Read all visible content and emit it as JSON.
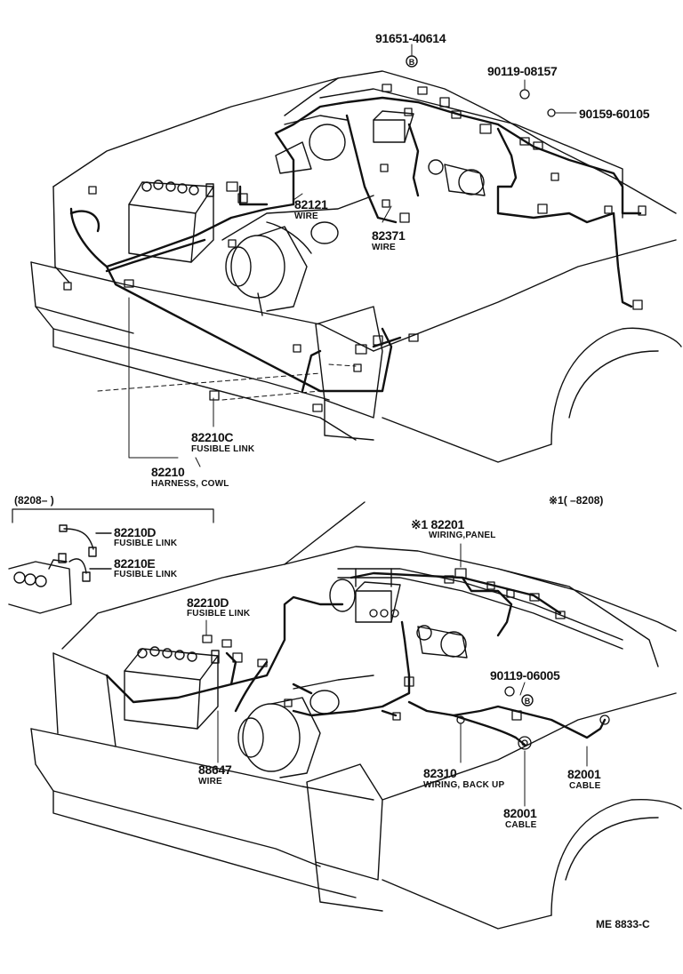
{
  "colors": {
    "ink": "#111111",
    "paper": "#ffffff"
  },
  "upper": {
    "p91651": "91651-40614",
    "p90119a": "90119-08157",
    "p90159": "90159-60105",
    "p82121": "82121",
    "p82121_name": "WIRE",
    "p82371": "82371",
    "p82371_name": "WIRE",
    "p82210c": "82210C",
    "p82210c_name": "FUSIBLE LINK",
    "p82210": "82210",
    "p82210_name": "HARNESS, COWL",
    "clip_symbol": "B"
  },
  "inset": {
    "range": "(8208–        )",
    "p82210d": "82210D",
    "p82210d_name": "FUSIBLE LINK",
    "p82210e": "82210E",
    "p82210e_name": "FUSIBLE LINK"
  },
  "lower": {
    "note": "※1(        –8208)",
    "p82201": "※1 82201",
    "p82201_name": "WIRING,PANEL",
    "p82210d": "82210D",
    "p82210d_name": "FUSIBLE LINK",
    "p90119b": "90119-06005",
    "p88647": "88647",
    "p88647_name": "WIRE",
    "p82310": "82310",
    "p82310_name": "WIRING, BACK UP",
    "p82001a": "82001",
    "p82001a_name": "CABLE",
    "p82001b": "82001",
    "p82001b_name": "CABLE",
    "clip_symbol": "B"
  },
  "footer": {
    "code": "ME  8833-C"
  }
}
